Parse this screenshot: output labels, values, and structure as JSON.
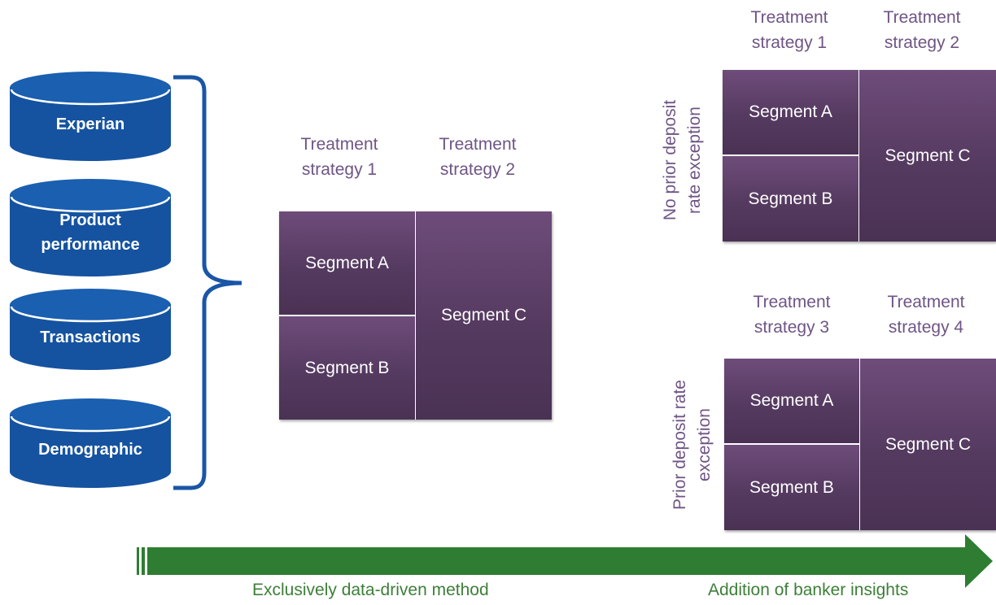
{
  "data_sources": [
    {
      "label": "Experian"
    },
    {
      "label": "Product\nperformance"
    },
    {
      "label": "Transactions"
    },
    {
      "label": "Demographic"
    }
  ],
  "middle": {
    "headers": [
      "Treatment\nstrategy 1",
      "Treatment\nstrategy 2"
    ],
    "segments": {
      "a": "Segment A",
      "b": "Segment B",
      "c": "Segment C"
    }
  },
  "top_right": {
    "headers": [
      "Treatment\nstrategy 1",
      "Treatment\nstrategy 2"
    ],
    "side_label": "No prior deposit\nrate exception",
    "segments": {
      "a": "Segment A",
      "b": "Segment B",
      "c": "Segment C"
    }
  },
  "bottom_right": {
    "headers": [
      "Treatment\nstrategy 3",
      "Treatment\nstrategy 4"
    ],
    "side_label": "Prior deposit rate\nexception",
    "segments": {
      "a": "Segment A",
      "b": "Segment B",
      "c": "Segment C"
    }
  },
  "arrow": {
    "left_label": "Exclusively data-driven method",
    "right_label": "Addition of banker insights",
    "color": "#2e7d32"
  },
  "colors": {
    "database_blue": "#1553a0",
    "segment_purple": "#5e416b",
    "header_text": "#6f5585",
    "bracket_blue": "#1a56a6"
  }
}
